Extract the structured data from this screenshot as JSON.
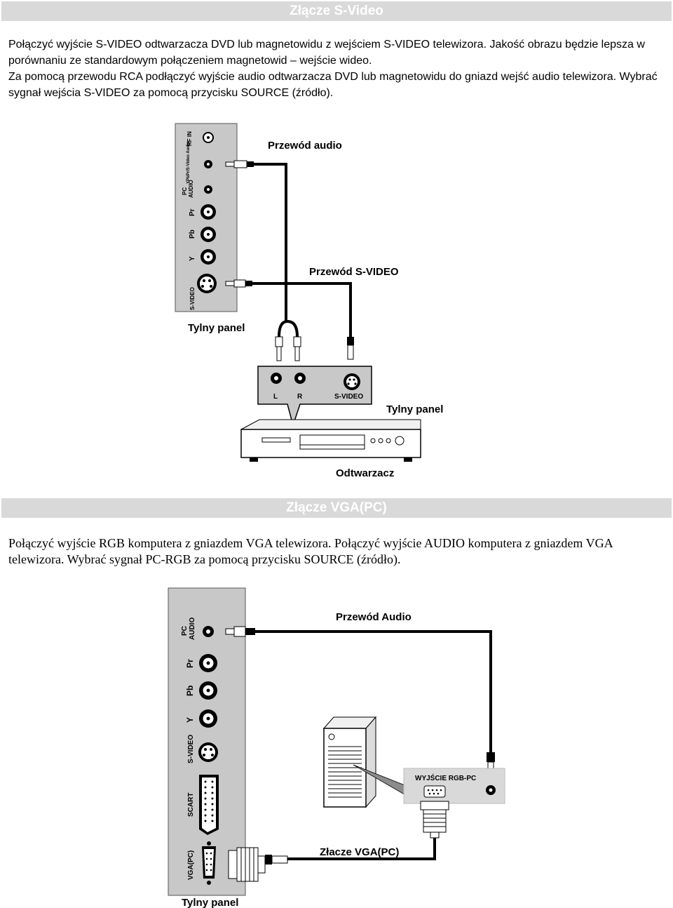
{
  "svideo_section": {
    "header": "Złącze S-Video",
    "paragraph_1": "Połączyć wyjście S-VIDEO odtwarzacza DVD lub magnetowidu z wejściem S-VIDEO telewizora. Jakość obrazu będzie lepsza w porównaniu ze standardowym połączeniem magnetowid – wejście wideo.",
    "paragraph_2": "Za pomocą przewodu RCA podłączyć wyjście audio odtwarzacza DVD lub magnetowidu do gniazd wejść audio telewizora. Wybrać sygnał wejścia S-VIDEO za pomocą przycisku SOURCE (źródło).",
    "diagram": {
      "tv_panel_labels": {
        "rf_in": "RF IN",
        "ypbpr_audio": "YPbPr/S-Video Audio",
        "pc_audio_1": "PC",
        "pc_audio_2": "AUDIO",
        "pr": "Pr",
        "pb": "Pb",
        "y": "Y",
        "s_video": "S-VIDEO"
      },
      "audio_cable": "Przewód audio",
      "svideo_cable": "Przewód S-VIDEO",
      "tv_back_panel": "Tylny panel",
      "player_ports": {
        "l": "L",
        "r": "R",
        "s_video": "S-VIDEO"
      },
      "player_back_panel": "Tylny panel",
      "player": "Odtwarzacz"
    }
  },
  "vga_section": {
    "header": "Złącze VGA(PC)",
    "paragraph": "Połączyć wyjście RGB komputera z gniazdem VGA telewizora. Połączyć wyjście AUDIO komputera z gniazdem VGA telewizora. Wybrać sygnał PC-RGB za pomocą przycisku SOURCE (źródło).",
    "diagram": {
      "tv_panel_labels": {
        "pc_audio_1": "PC",
        "pc_audio_2": "AUDIO",
        "pr": "Pr",
        "pb": "Pb",
        "y": "Y",
        "s_video": "S-VIDEO",
        "scart": "SCART",
        "vga": "VGA(PC)"
      },
      "audio_cable": "Przewód Audio",
      "rgb_out": "WYJŚCIE RGB-PC",
      "vga_connector": "Złacze VGA(PC)",
      "tv_back_panel": "Tylny panel"
    }
  }
}
